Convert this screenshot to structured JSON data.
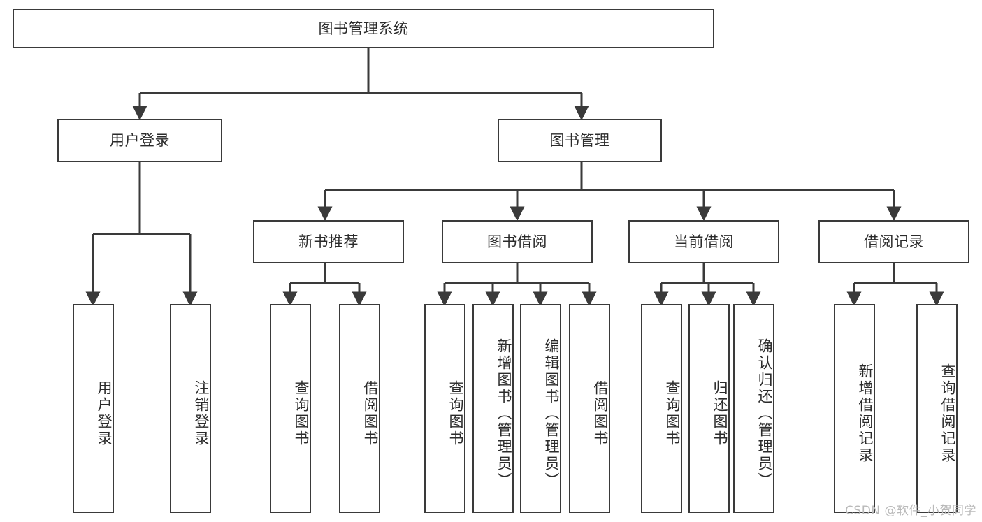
{
  "diagram": {
    "title": "图书管理系统",
    "type": "hierarchical-tree",
    "watermark": "CSDN @软件_小贺同学",
    "colors": {
      "background": "#ffffff",
      "line": "#3a3a3a",
      "box_border": "#3a3a3a",
      "box_fill": "#ffffff",
      "text": "#2b2b2b",
      "watermark": "#b9b9b9"
    }
  },
  "root": {
    "label": "图书管理系统"
  },
  "level1": [
    {
      "label": "用户登录"
    },
    {
      "label": "图书管理"
    }
  ],
  "level2": [
    {
      "label": "新书推荐"
    },
    {
      "label": "图书借阅"
    },
    {
      "label": "当前借阅"
    },
    {
      "label": "借阅记录"
    }
  ],
  "leaves": {
    "user_login": [
      {
        "label": "用户登录"
      },
      {
        "label": "注销登录"
      }
    ],
    "new_book_recommend": [
      {
        "label": "查询图书"
      },
      {
        "label": "借阅图书"
      }
    ],
    "book_borrow": [
      {
        "label": "查询图书"
      },
      {
        "label": "新增图书（管理员）"
      },
      {
        "label": "编辑图书（管理员）"
      },
      {
        "label": "借阅图书"
      }
    ],
    "current_borrow": [
      {
        "label": "查询图书"
      },
      {
        "label": "归还图书"
      },
      {
        "label": "确认归还（管理员）"
      }
    ],
    "borrow_record": [
      {
        "label": "新增借阅记录"
      },
      {
        "label": "查询借阅记录"
      }
    ]
  }
}
